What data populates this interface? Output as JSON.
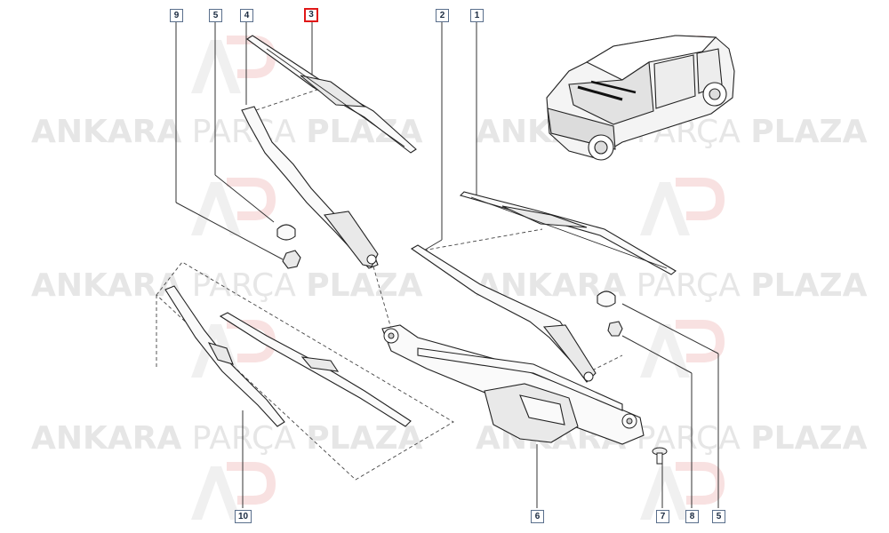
{
  "watermark": {
    "brand_word1": "ANKARA",
    "brand_word2": "PARÇA",
    "brand_word3": "PLAZA",
    "logo_icon": "ap-logo-icon"
  },
  "callouts": {
    "c9": "9",
    "c5a": "5",
    "c4": "4",
    "c3": "3",
    "c2": "2",
    "c1": "1",
    "c10": "10",
    "c6": "6",
    "c7": "7",
    "c8": "8",
    "c5b": "5"
  },
  "highlighted_callout": "3",
  "colors": {
    "highlight": "#e01818",
    "callout_border": "#5a6f8c",
    "watermark": "#e6e6e6",
    "logo_red": "#f3c6c6"
  }
}
